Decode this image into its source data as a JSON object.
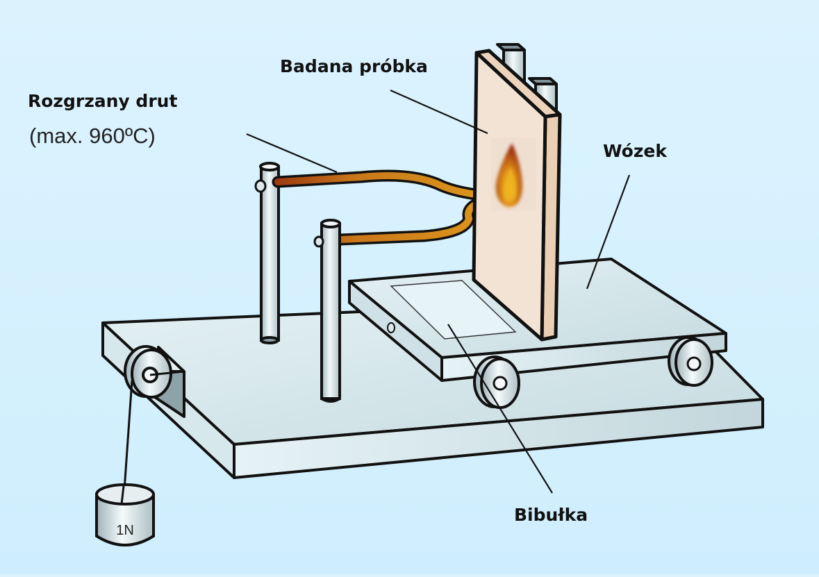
{
  "diagram": {
    "title": "Hot wire ignition test apparatus",
    "labels": {
      "hot_wire": "Rozgrzany drut",
      "hot_wire_note": "(max. 960ºC)",
      "sample": "Badana próbka",
      "cart": "Wózek",
      "tissue": "Bibułka",
      "weight": "1N"
    },
    "colors": {
      "background": "#d6f1fd",
      "base_plate": "#cfe3e8",
      "sample_board": "#f3e3d4",
      "sample_edge": "#ebcfb4",
      "wire_hot": "#a84a12",
      "wire_warm": "#d98c1a",
      "flame_outer": "#a4370f",
      "flame_inner": "#eaa51a",
      "outline": "#111111"
    }
  }
}
